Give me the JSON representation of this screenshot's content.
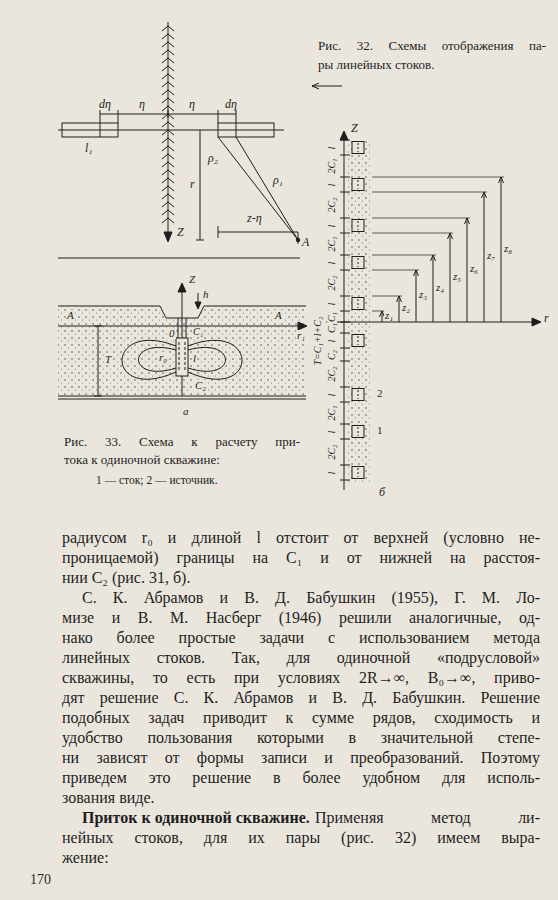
{
  "diagram": {
    "labels": [
      "Рис. 32. Схемы отображения па-",
      "ры линейных стоков.",
      "dη",
      "η",
      "η",
      "dη",
      "l₁",
      "ρ₂",
      "ρ₁",
      "r",
      "A",
      "z-η",
      "Z",
      "Z",
      "r",
      "l",
      "2C₁",
      "l",
      "2C₂",
      "l",
      "2C₁",
      "l",
      "2C₂",
      "l",
      "C₁",
      "C₁",
      "l",
      "C₂",
      "2C₂",
      "l",
      "2C₁",
      "l",
      "2C₂",
      "l",
      "z₁",
      "z₂",
      "z₃",
      "z₄",
      "z₅",
      "z₆",
      "z₇",
      "z₈",
      "T=C₁+l+C₂",
      "2",
      "1",
      "б",
      "Z",
      "h",
      "A",
      "A",
      "r₁",
      "T",
      "0",
      "C₁",
      "r₀",
      "l",
      "C₂",
      "a",
      "Рис. 33. Схема к расчету при-",
      "тока к одиночной скважине:",
      "1 — сток; 2 — источник.",
      "радиусом r₀ и длиной l отстоит от верхней (условно не-",
      "проницаемой) границы на C₁ и от нижней на расстоя-",
      "нии C₂ (рис. 31, б).",
      "С. К. Абрамов и В. Д. Бабушкин (1955), Г. М. Ло-",
      "мизе и В. М. Насберг (1946) решили аналогичные, од-",
      "нако более простые задачи с использованием метода",
      "линейных стоков. Так, для одиночной «подрусловой»",
      "скважины, то есть при условиях 2R→∞, B₀→∞, приво-",
      "дят решение С. К. Абрамов и В. Д. Бабушкин. Решение",
      "подобных задач приводит к сумме рядов, сходимость и",
      "удобство пользования которыми в значительной степе-",
      "ни зависят от формы записи и преобразований. Поэтому",
      "приведем это решение в более удобном для исполь-",
      "зования виде.",
      "Приток к одиночной скважине.",
      "Применяя метод ли-",
      "нейных стоков, для их пары (рис. 32) имеем выра-",
      "жение:",
      "170"
    ]
  }
}
